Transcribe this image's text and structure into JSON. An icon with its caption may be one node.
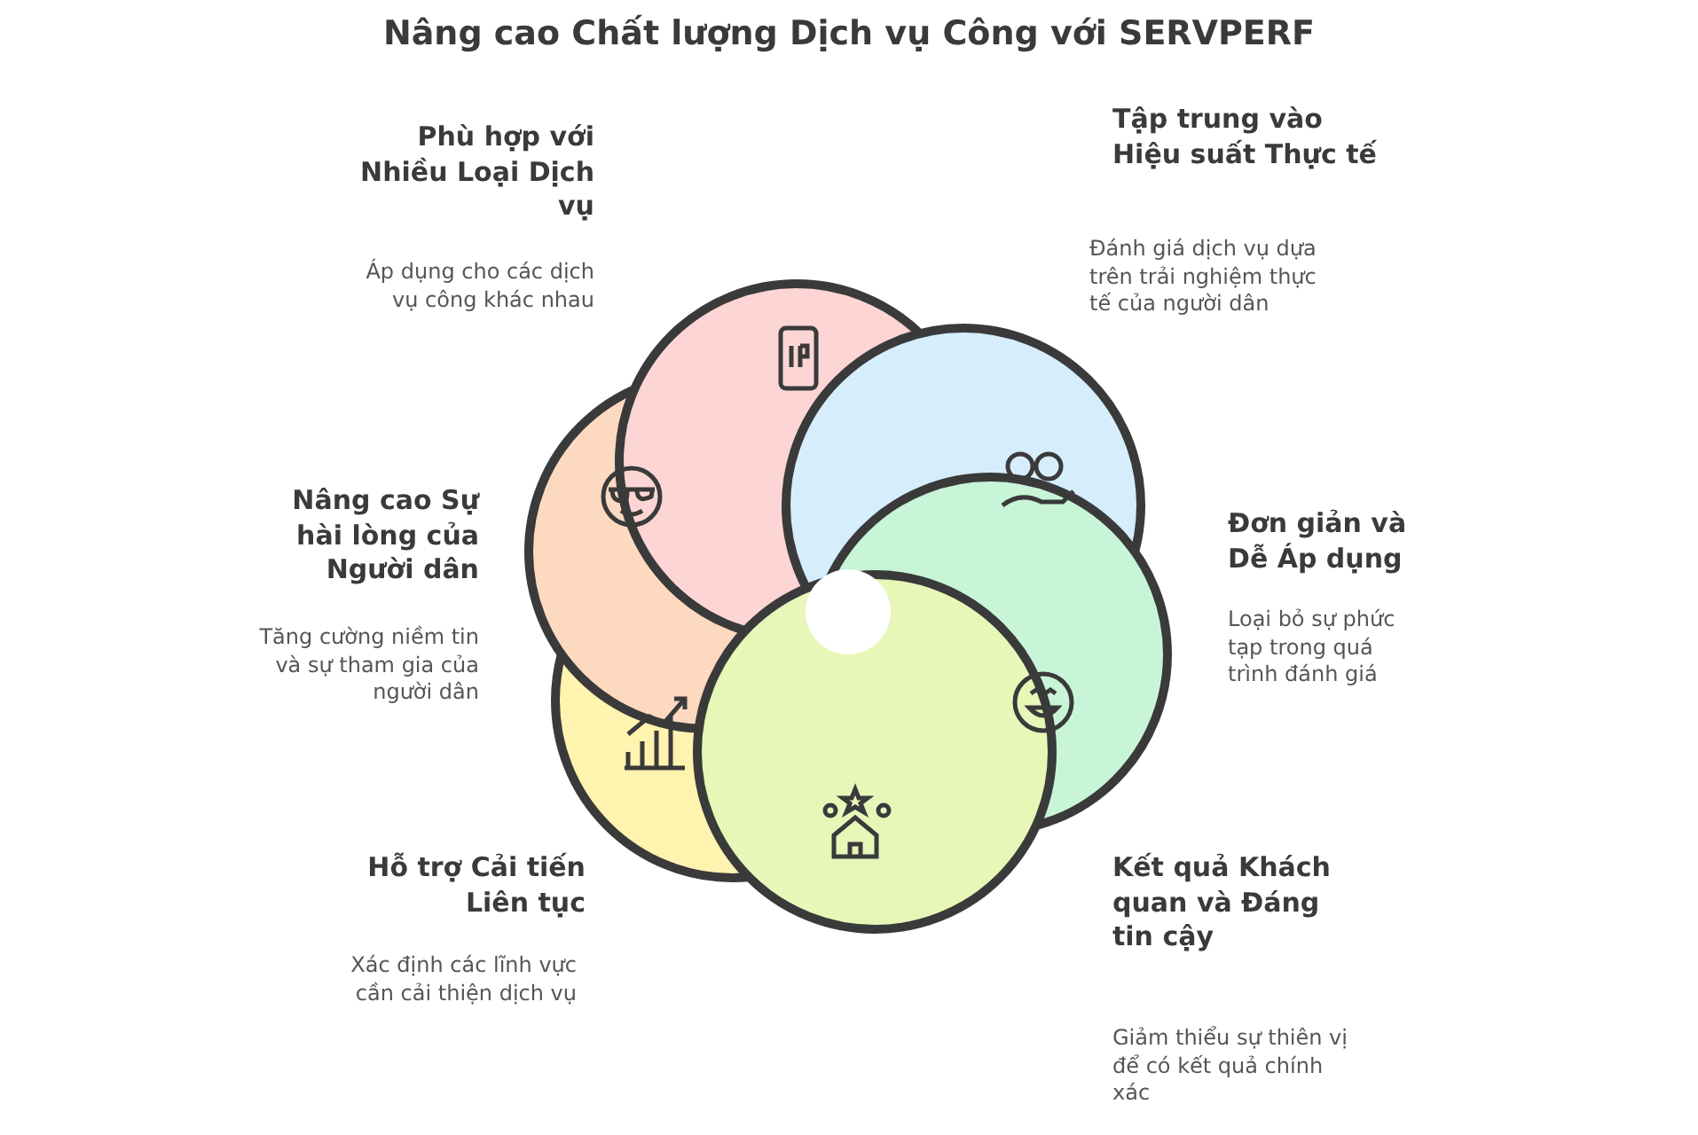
{
  "diagram": {
    "title": "Nâng cao Chất lượng Dịch vụ Công với SERVPERF",
    "labels": [
      "Phù hợp với Nhiều Loại Dịch vụ",
      "Áp dụng cho các dịch vụ công khác nhau",
      "Tập trung vào Hiệu suất Thực tế",
      "Đánh giá dịch vụ dựa trên trải nghiệm thực tế của người dân",
      "Nâng cao Sự hài lòng của Người dân",
      "Tăng cường niềm tin và sự tham gia của người dân",
      "Đơn giản và Dễ Áp dụng",
      "Loại bỏ sự phức tạp trong quá trình đánh giá",
      "Hỗ trợ Cải tiến Liên tục",
      "Xác định các lĩnh vực cần cải thiện dịch vụ",
      "Kết quả Khách quan và Đáng tin cậy",
      "Giảm thiểu sự thiên vị để có kết quả chính xác"
    ]
  }
}
